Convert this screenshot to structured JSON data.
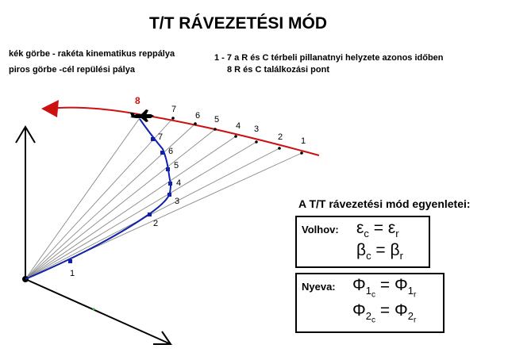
{
  "title": "T/T RÁVEZETÉSI MÓD",
  "legend": {
    "blue_curve": "kék görbe - rakéta kinematikus reppálya",
    "red_curve": "piros görbe -cél repülési pálya",
    "points_note": "1 - 7 a R és C térbeli pillanatnyi helyzete azonos időben",
    "meeting_note": "8  R és C találkozási pont"
  },
  "equations": {
    "heading": "A T/T rávezetési mód egyenletei:",
    "volhov": {
      "label": "Volhov:",
      "eq1": {
        "lhs": "ε",
        "lhs_sub": "c",
        "rhs": "ε",
        "rhs_sub": "r"
      },
      "eq2": {
        "lhs": "β",
        "lhs_sub": "c",
        "rhs": "β",
        "rhs_sub": "r"
      }
    },
    "nyeva": {
      "label": "Nyeva:",
      "eq1": {
        "lhs": "Φ",
        "lhs_sub": "1",
        "lhs_subsub": "c",
        "rhs": "Φ",
        "rhs_sub": "1",
        "rhs_subsub": "r"
      },
      "eq2": {
        "lhs": "Φ",
        "lhs_sub": "2",
        "lhs_subsub": "c",
        "rhs": "Φ",
        "rhs_sub": "2",
        "rhs_subsub": "r"
      }
    }
  },
  "diagram": {
    "target_labels": [
      "1",
      "2",
      "3",
      "4",
      "5",
      "6",
      "7",
      "8"
    ],
    "missile_labels": [
      "1",
      "2",
      "3",
      "4",
      "5",
      "6",
      "7"
    ],
    "colors": {
      "target_path": "#cc1111",
      "missile_path": "#1122aa",
      "sight_lines": "#888888",
      "axes": "#000000"
    },
    "icons": [
      "aircraft-icon",
      "arrowhead-icon"
    ]
  }
}
